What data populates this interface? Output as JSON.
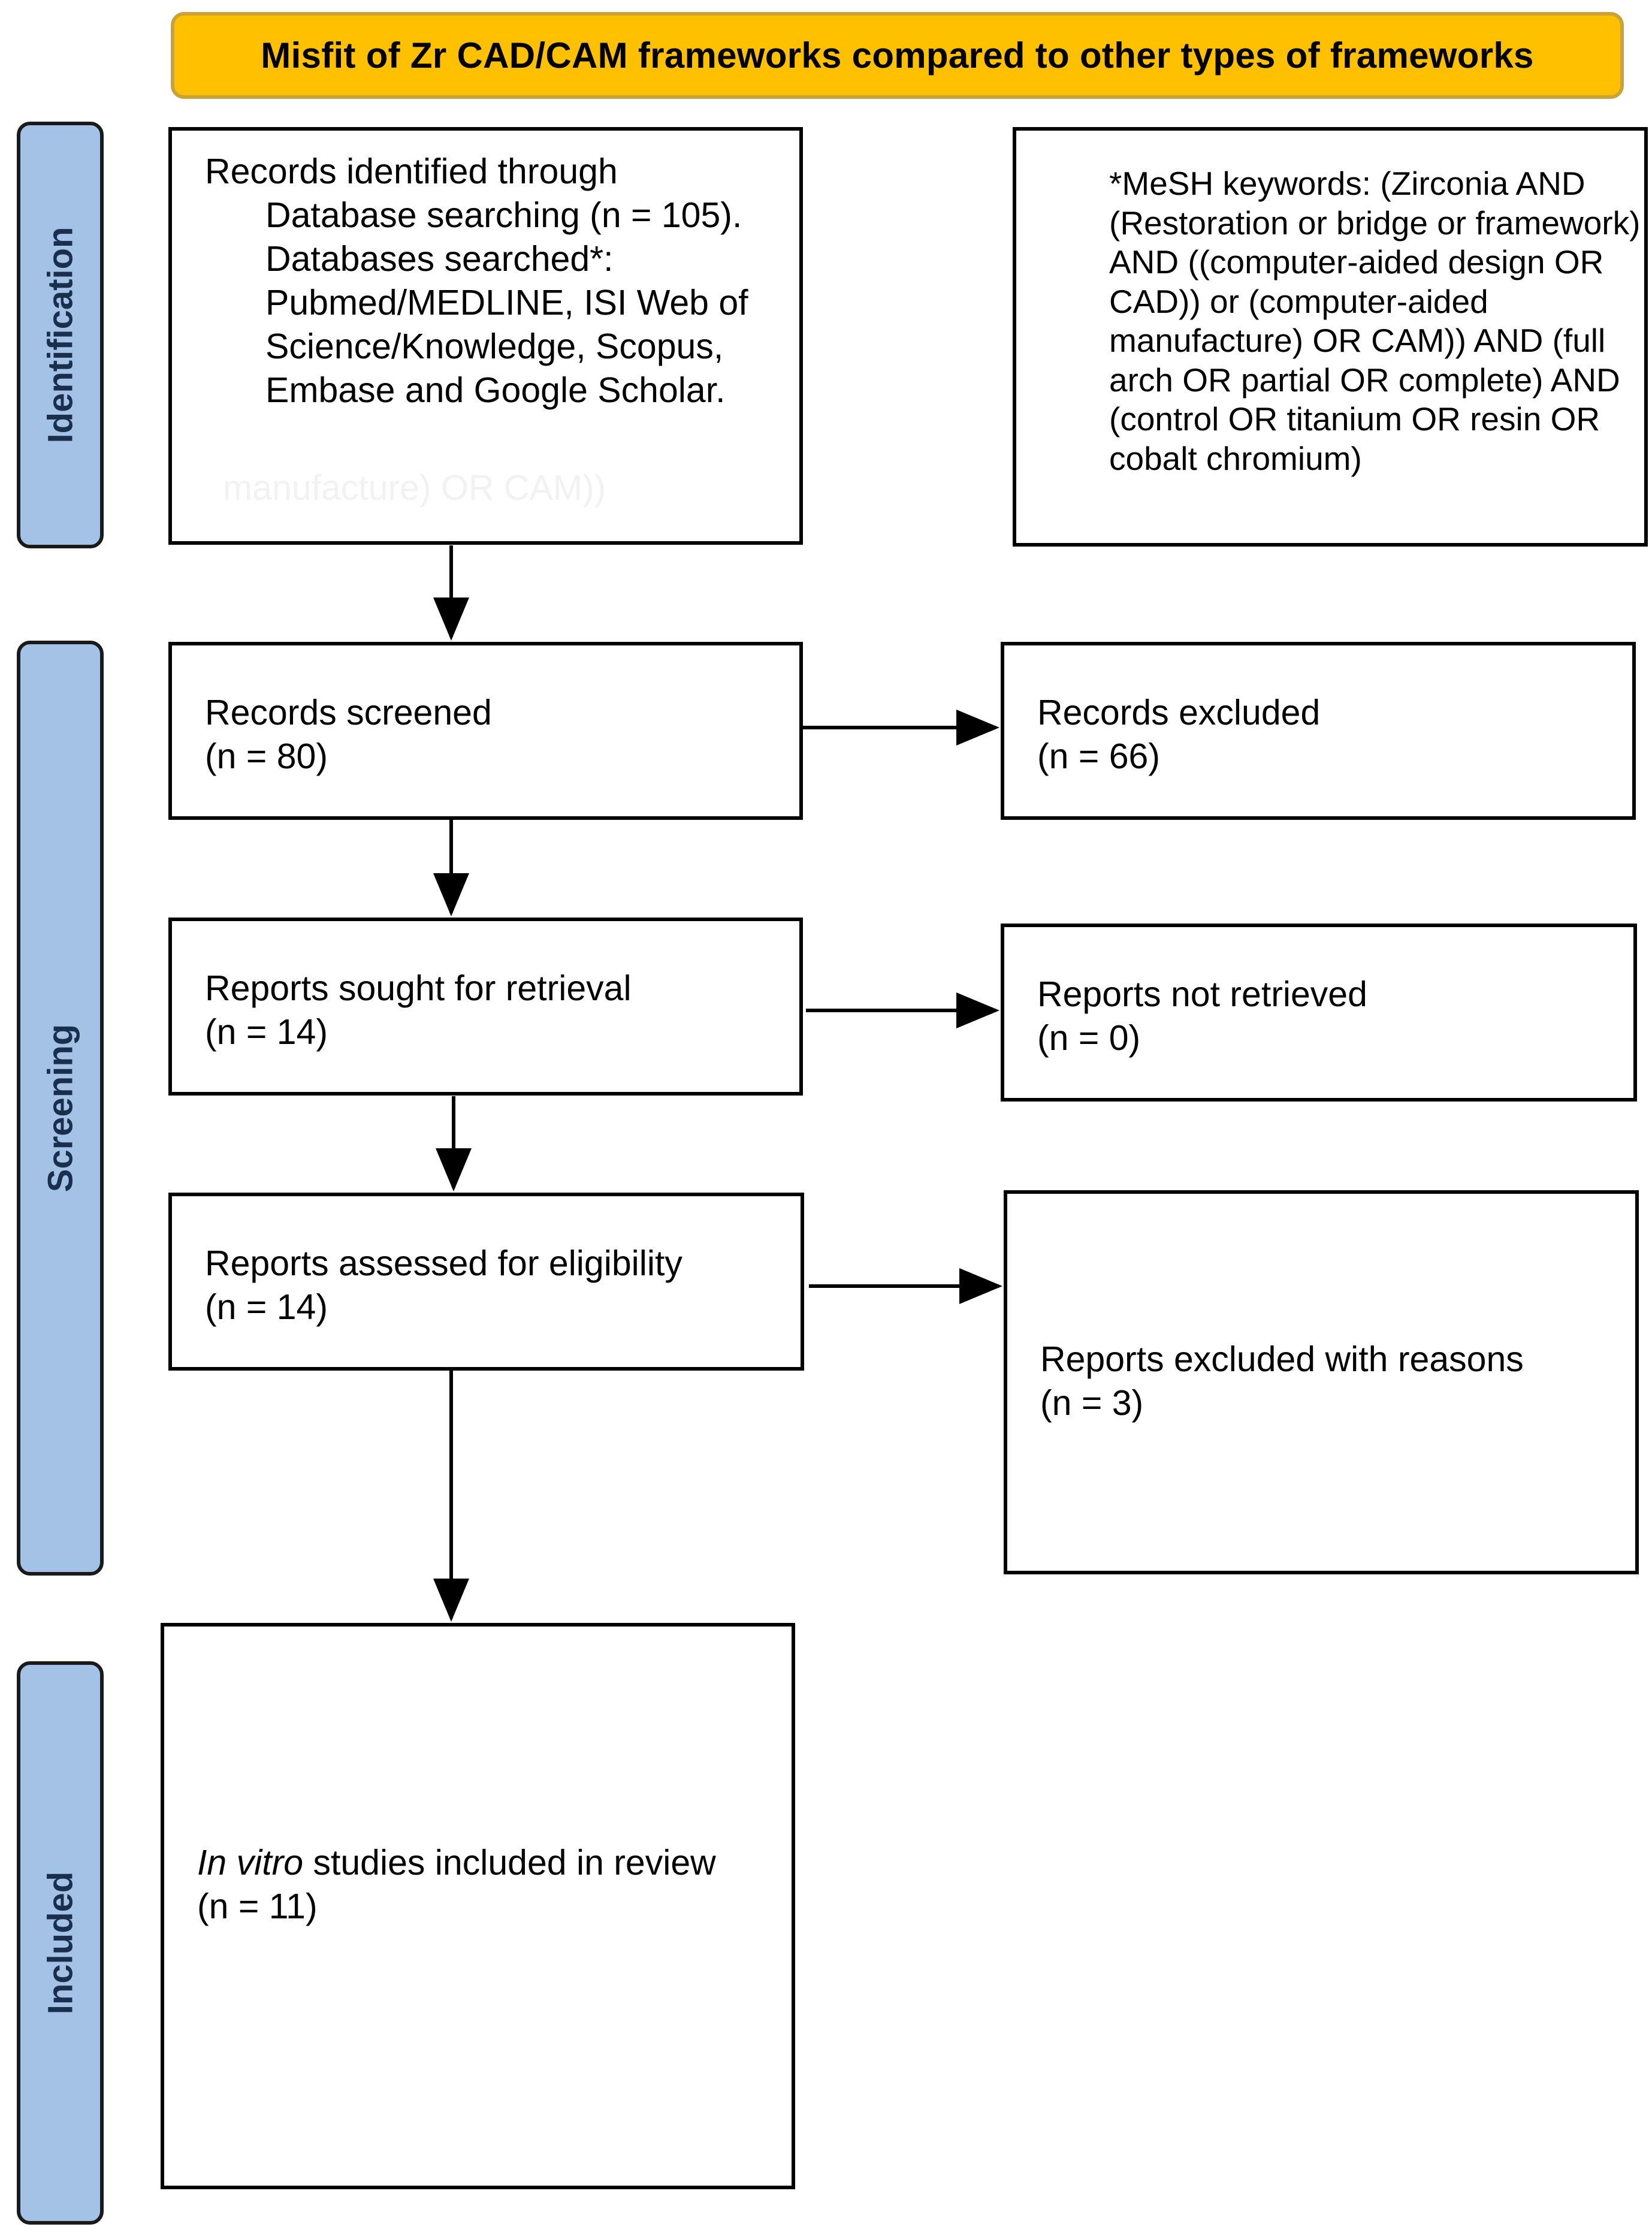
{
  "title": "Misfit of Zr CAD/CAM frameworks compared to other types of frameworks",
  "phases": {
    "identification": "Identification",
    "screening": "Screening",
    "included": "Included"
  },
  "identification_box": {
    "lead": "Records identified through",
    "body": "Database searching (n = 105). Databases searched*: Pubmed/MEDLINE, ISI Web of Science/Knowledge, Scopus, Embase and Google Scholar.",
    "ghost_text": "manufacture) OR CAM))"
  },
  "mesh_box": {
    "text": "*MeSH keywords: (Zirconia AND (Restoration or bridge or framework) AND ((computer-aided design OR CAD)) or (computer-aided manufacture) OR CAM)) AND (full arch OR partial OR complete) AND (control OR titanium OR resin OR cobalt chromium)"
  },
  "records_screened": {
    "label": "Records screened",
    "count": "(n = 80)"
  },
  "records_excluded": {
    "label": "Records excluded",
    "count": "(n = 66)"
  },
  "reports_sought": {
    "label": "Reports sought for retrieval",
    "count": "(n = 14)"
  },
  "reports_not_retrieved": {
    "label": "Reports not retrieved",
    "count": "(n = 0)"
  },
  "reports_assessed": {
    "label": "Reports assessed for eligibility",
    "count": "(n = 14)"
  },
  "reports_excluded": {
    "label": "Reports excluded with reasons",
    "count": "(n = 3)"
  },
  "included_box": {
    "label_italic": "In vitro",
    "label_rest": " studies included in review",
    "count": "(n = 11)"
  }
}
